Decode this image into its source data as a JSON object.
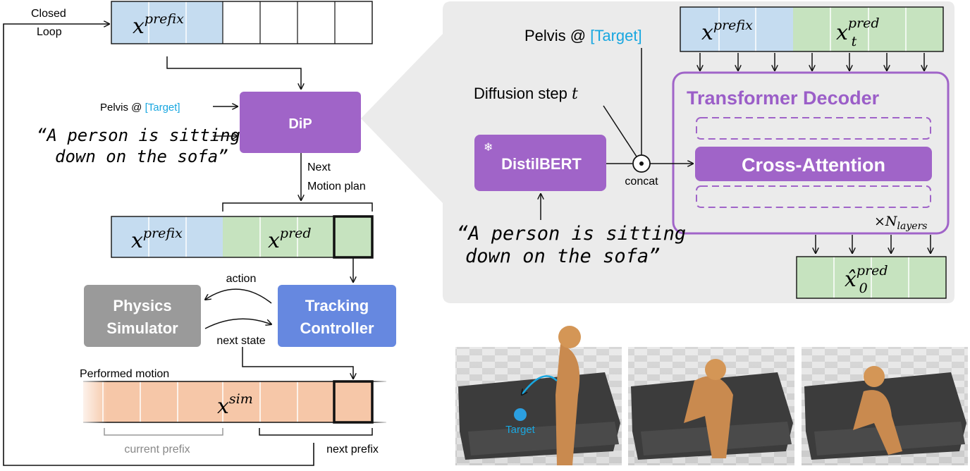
{
  "colors": {
    "blue_fill": "#c5dcf0",
    "green_fill": "#c6e3bf",
    "orange_fill": "#f6c7a8",
    "purple": "#a064c8",
    "purple_text": "#9b5ec8",
    "gray_box": "#9a9a9a",
    "tracking_blue": "#6688e0",
    "cyan": "#19a7e0",
    "panel_bg": "#ebebeb"
  },
  "left": {
    "closed_loop": [
      "Closed",
      "Loop"
    ],
    "x_prefix_top": {
      "base": "x",
      "sup": "prefix"
    },
    "pelvis_label": "Pelvis @ ",
    "pelvis_target": "[Target]",
    "quote_line1": "“A person is sitting",
    "quote_line2": "down on the sofa”",
    "dip_label": "DiP",
    "next_motion_plan": [
      "Next",
      "Motion plan"
    ],
    "x_prefix_mid": {
      "base": "x",
      "sup": "prefix"
    },
    "x_pred_mid": {
      "base": "x",
      "sup": "pred"
    },
    "action_label": "action",
    "next_state_label": "next state",
    "physics_simulator": [
      "Physics",
      "Simulator"
    ],
    "tracking_controller": [
      "Tracking",
      "Controller"
    ],
    "performed_motion": "Performed motion",
    "x_sim": {
      "base": "x",
      "sup": "sim"
    },
    "current_prefix": "current prefix",
    "next_prefix": "next prefix"
  },
  "right": {
    "pelvis_label": "Pelvis @ ",
    "pelvis_target": "[Target]",
    "x_prefix": {
      "base": "x",
      "sup": "prefix"
    },
    "x_t_pred": {
      "base": "x",
      "sup": "pred",
      "sub": "t"
    },
    "diffusion_step": "Diffusion step ",
    "diffusion_t": "t",
    "transformer_decoder": "Transformer Decoder",
    "cross_attention": "Cross-Attention",
    "distilbert": "DistilBERT",
    "snowflake_icon": "❄",
    "concat_symbol": "⊙",
    "concat_label": "concat",
    "n_layers": {
      "prefix": "×N",
      "sub": "layers"
    },
    "quote_line1": "“A person is sitting",
    "quote_line2": "down on the sofa”",
    "x_hat_pred": {
      "base": "x̂",
      "sup": "pred",
      "sub": "0"
    }
  },
  "photos": {
    "target_label": "Target"
  }
}
